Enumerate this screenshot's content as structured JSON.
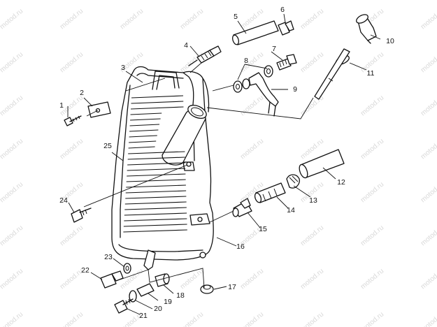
{
  "watermark": "motod.ru",
  "callouts": [
    {
      "id": "c1",
      "label": "1"
    },
    {
      "id": "c2",
      "label": "2"
    },
    {
      "id": "c3",
      "label": "3"
    },
    {
      "id": "c4",
      "label": "4"
    },
    {
      "id": "c5",
      "label": "5"
    },
    {
      "id": "c6",
      "label": "6"
    },
    {
      "id": "c7",
      "label": "7"
    },
    {
      "id": "c8",
      "label": "8"
    },
    {
      "id": "c9",
      "label": "9"
    },
    {
      "id": "c10",
      "label": "10"
    },
    {
      "id": "c11",
      "label": "11"
    },
    {
      "id": "c12",
      "label": "12"
    },
    {
      "id": "c13",
      "label": "13"
    },
    {
      "id": "c14",
      "label": "14"
    },
    {
      "id": "c15",
      "label": "15"
    },
    {
      "id": "c16",
      "label": "16"
    },
    {
      "id": "c17",
      "label": "17"
    },
    {
      "id": "c18",
      "label": "18"
    },
    {
      "id": "c19",
      "label": "19"
    },
    {
      "id": "c20",
      "label": "20"
    },
    {
      "id": "c21",
      "label": "21"
    },
    {
      "id": "c22",
      "label": "22"
    },
    {
      "id": "c23",
      "label": "23"
    },
    {
      "id": "c24",
      "label": "24"
    },
    {
      "id": "c25",
      "label": "25"
    }
  ]
}
